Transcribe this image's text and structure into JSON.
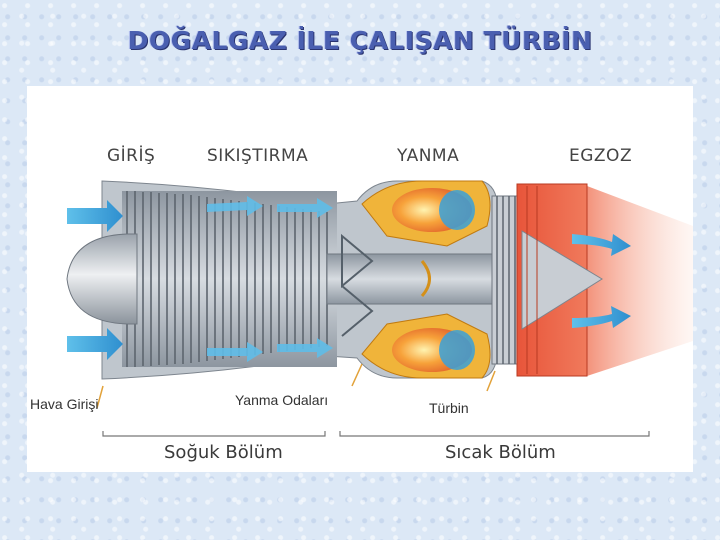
{
  "title": "DOĞALGAZ İLE ÇALIŞAN TÜRBİN",
  "sections": {
    "inlet": "GİRİŞ",
    "compression": "SIKIŞTIRMA",
    "combustion": "YANMA",
    "exhaust": "EGZOZ"
  },
  "parts": {
    "air_intake": "Hava Girişi",
    "combustion_chambers": "Yanma Odaları",
    "turbine": "Türbin"
  },
  "zones": {
    "cold": "Soğuk Bölüm",
    "hot": "Sıcak Bölüm"
  },
  "colors": {
    "title": "#4a5fb0",
    "airflow": "#3ba3d8",
    "flame": "#f28a2a",
    "exhaust": "#e8553a",
    "compressor": "#9aa3ad"
  }
}
